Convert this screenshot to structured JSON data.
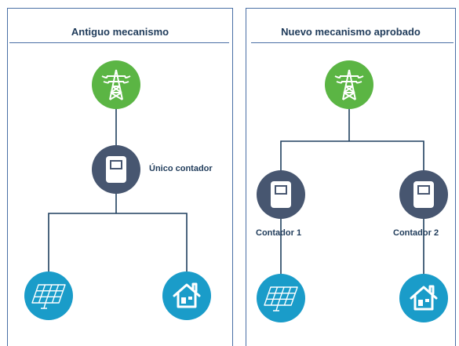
{
  "left_panel": {
    "title": "Antiguo mecanismo",
    "meter_label": "Único contador",
    "icons": [
      "transmission-tower-icon",
      "meter-icon",
      "solar-panel-icon",
      "house-icon"
    ]
  },
  "right_panel": {
    "title": "Nuevo mecanismo aprobado",
    "meter_labels": [
      "Contador 1",
      "Contador 2"
    ],
    "icons": [
      "transmission-tower-icon",
      "meter-icon",
      "meter-icon",
      "solar-panel-icon",
      "house-icon"
    ]
  },
  "colors": {
    "tower": "#5bb544",
    "meter": "#475670",
    "appliance": "#1a9cc9",
    "wire": "#1f3f5e",
    "text": "#1f3b5a"
  }
}
